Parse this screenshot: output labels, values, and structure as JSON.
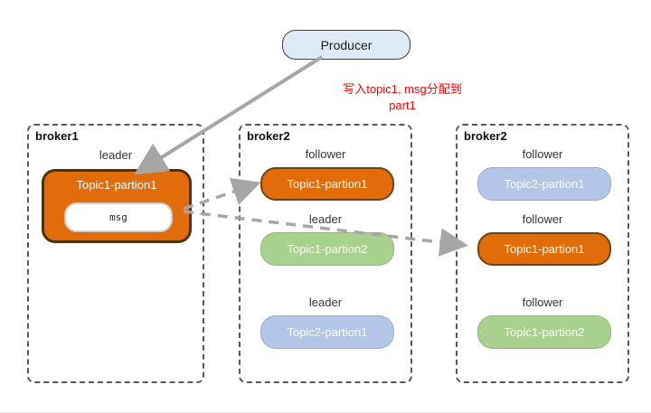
{
  "producer": {
    "label": "Producer"
  },
  "annotation": {
    "line1": "写入topic1, msg分配到",
    "line2": "part1"
  },
  "brokers": [
    {
      "name": "broker1",
      "partitions": [
        {
          "role": "leader",
          "label": "Topic1-partion1",
          "color": "orange",
          "msg": "msg"
        }
      ]
    },
    {
      "name": "broker2",
      "partitions": [
        {
          "role": "follower",
          "label": "Topic1-partion1",
          "color": "orange"
        },
        {
          "role": "leader",
          "label": "Topic1-partion2",
          "color": "green"
        },
        {
          "role": "leader",
          "label": "Topic2-partion1",
          "color": "blue"
        }
      ]
    },
    {
      "name": "broker2",
      "partitions": [
        {
          "role": "follower",
          "label": "Topic2-partion1",
          "color": "blue"
        },
        {
          "role": "follower",
          "label": "Topic1-partion1",
          "color": "orange"
        },
        {
          "role": "follower",
          "label": "Topic1-partion2",
          "color": "green"
        }
      ]
    }
  ],
  "colors": {
    "orange": "#E36C0A",
    "green": "#A9D18E",
    "blue": "#B4C6E7",
    "producer_fill": "#DEEBF7",
    "annotation_text": "#FF0000",
    "arrow": "#A6A6A6"
  }
}
